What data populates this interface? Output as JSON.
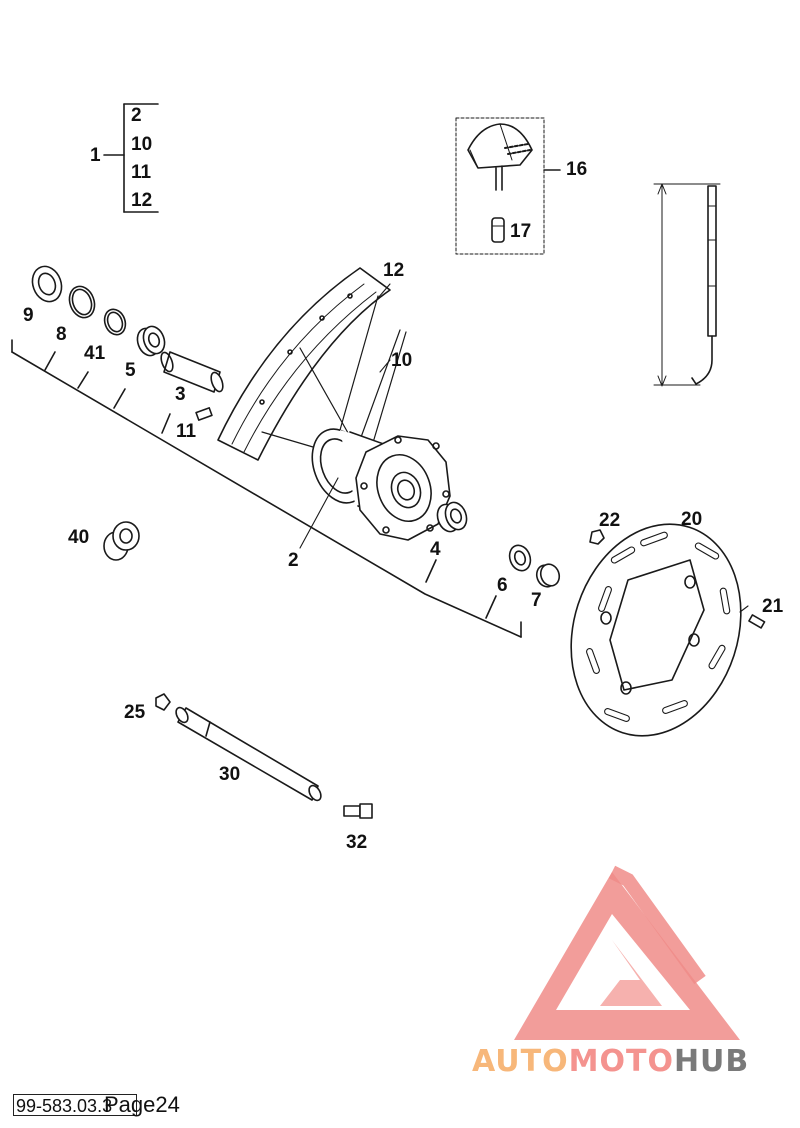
{
  "group_key": {
    "parent": "1",
    "children": [
      "2",
      "10",
      "11",
      "12"
    ]
  },
  "callouts": {
    "c2": "2",
    "c3": "3",
    "c4": "4",
    "c5": "5",
    "c6": "6",
    "c7": "7",
    "c8": "8",
    "c9": "9",
    "c10": "10",
    "c11": "11",
    "c12": "12",
    "c16": "16",
    "c17": "17",
    "c20": "20",
    "c21": "21",
    "c22": "22",
    "c25": "25",
    "c30": "30",
    "c32": "32",
    "c40": "40",
    "c41": "41"
  },
  "watermark": {
    "part1": "AUTO",
    "part2": "MOTO",
    "part3": "HUB"
  },
  "footer": {
    "doc_ref": "99-583.03.3",
    "page": "Page24"
  },
  "colors": {
    "line": "#1a1a1a",
    "watermark_red": "#f08c88",
    "watermark_orange": "#f7b77a",
    "watermark_grey": "#7a7a7a"
  }
}
